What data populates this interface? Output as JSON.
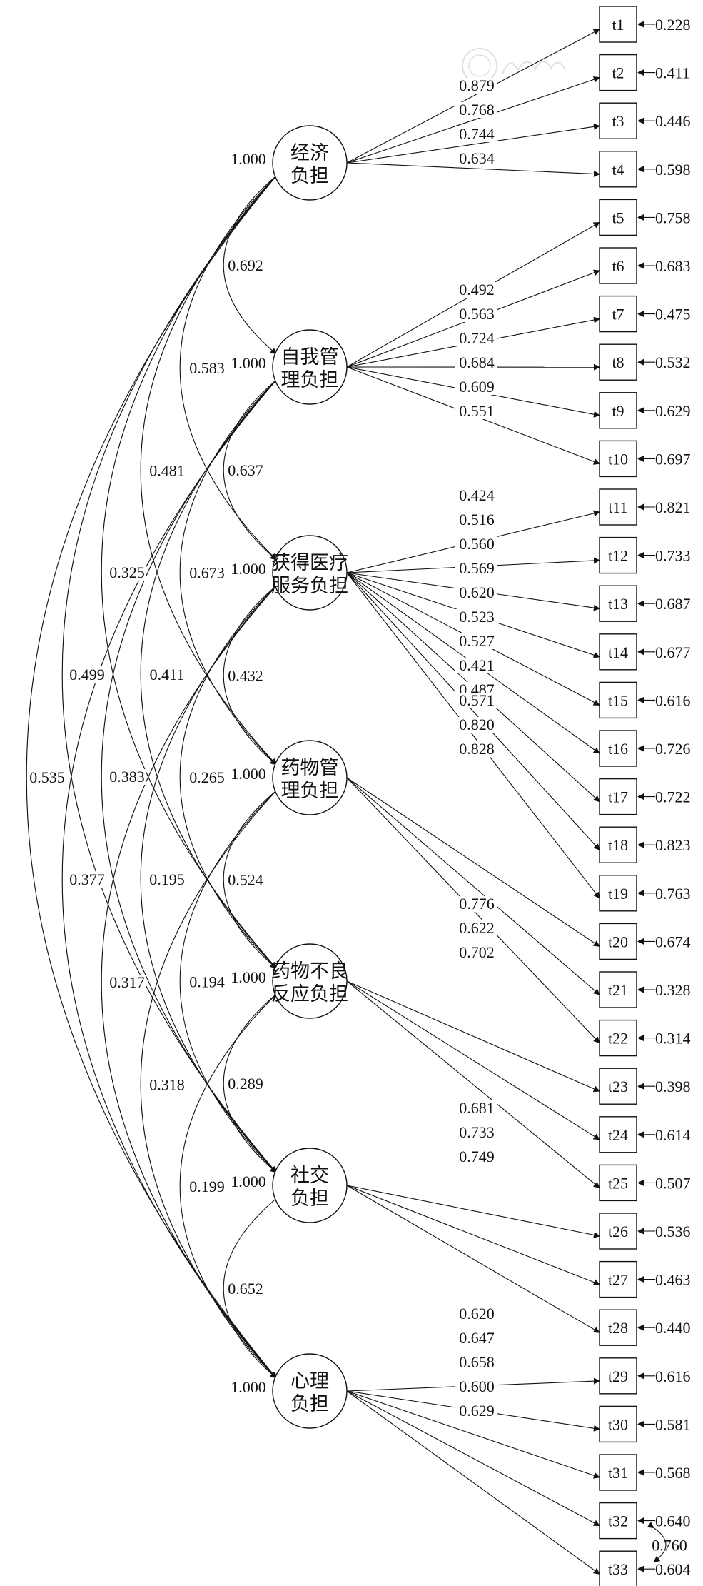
{
  "factors": [
    {
      "id": "f1",
      "label_lines": [
        "经济",
        "负担"
      ],
      "variance": "1.000",
      "items": [
        "t1",
        "t2",
        "t3",
        "t4"
      ],
      "loadings": [
        "0.879",
        "0.768",
        "0.744",
        "0.634"
      ]
    },
    {
      "id": "f2",
      "label_lines": [
        "自我管",
        "理负担"
      ],
      "variance": "1.000",
      "items": [
        "t5",
        "t6",
        "t7",
        "t8",
        "t9",
        "t10"
      ],
      "loadings": [
        "0.492",
        "0.563",
        "0.724",
        "0.684",
        "0.609",
        "0.551"
      ]
    },
    {
      "id": "f3",
      "label_lines": [
        "获得医疗",
        "服务负担"
      ],
      "variance": "1.000",
      "items": [
        "t11",
        "t12",
        "t13",
        "t14",
        "t15",
        "t16",
        "t17",
        "t18",
        "t19"
      ],
      "loadings": [
        "0.424",
        "0.516",
        "0.560",
        "0.569",
        "0.620",
        "0.523",
        "0.527",
        "0.421",
        "0.487"
      ]
    },
    {
      "id": "f4",
      "label_lines": [
        "药物管",
        "理负担"
      ],
      "variance": "1.000",
      "items": [
        "t20",
        "t21",
        "t22"
      ],
      "loadings": [
        "0.571",
        "0.820",
        "0.828"
      ]
    },
    {
      "id": "f5",
      "label_lines": [
        "药物不良",
        "反应负担"
      ],
      "variance": "1.000",
      "items": [
        "t23",
        "t24",
        "t25"
      ],
      "loadings": [
        "0.776",
        "0.622",
        "0.702"
      ]
    },
    {
      "id": "f6",
      "label_lines": [
        "社交",
        "负担"
      ],
      "variance": "1.000",
      "items": [
        "t26",
        "t27",
        "t28"
      ],
      "loadings": [
        "0.681",
        "0.733",
        "0.749"
      ]
    },
    {
      "id": "f7",
      "label_lines": [
        "心理",
        "负担"
      ],
      "variance": "1.000",
      "items": [
        "t29",
        "t30",
        "t31",
        "t32",
        "t33"
      ],
      "loadings": [
        "0.620",
        "0.647",
        "0.658",
        "0.600",
        "0.629"
      ]
    }
  ],
  "error_variances": [
    "0.228",
    "0.411",
    "0.446",
    "0.598",
    "0.758",
    "0.683",
    "0.475",
    "0.532",
    "0.629",
    "0.697",
    "0.821",
    "0.733",
    "0.687",
    "0.677",
    "0.616",
    "0.726",
    "0.722",
    "0.823",
    "0.763",
    "0.674",
    "0.328",
    "0.314",
    "0.398",
    "0.614",
    "0.507",
    "0.536",
    "0.463",
    "0.440",
    "0.616",
    "0.581",
    "0.568",
    "0.640",
    "0.604"
  ],
  "error_correlations": [
    {
      "between": [
        "t32",
        "t33"
      ],
      "value": "0.760"
    }
  ],
  "factor_correlations": [
    {
      "between": [
        "f1",
        "f2"
      ],
      "value": "0.692"
    },
    {
      "between": [
        "f2",
        "f3"
      ],
      "value": "0.637"
    },
    {
      "between": [
        "f3",
        "f4"
      ],
      "value": "0.432"
    },
    {
      "between": [
        "f4",
        "f5"
      ],
      "value": "0.524"
    },
    {
      "between": [
        "f5",
        "f6"
      ],
      "value": "0.289"
    },
    {
      "between": [
        "f6",
        "f7"
      ],
      "value": "0.652"
    },
    {
      "between": [
        "f1",
        "f3"
      ],
      "value": "0.583"
    },
    {
      "between": [
        "f2",
        "f4"
      ],
      "value": "0.673"
    },
    {
      "between": [
        "f3",
        "f5"
      ],
      "value": "0.265"
    },
    {
      "between": [
        "f4",
        "f6"
      ],
      "value": "0.194"
    },
    {
      "between": [
        "f5",
        "f7"
      ],
      "value": "0.199"
    },
    {
      "between": [
        "f1",
        "f4"
      ],
      "value": "0.481"
    },
    {
      "between": [
        "f2",
        "f5"
      ],
      "value": "0.411"
    },
    {
      "between": [
        "f3",
        "f6"
      ],
      "value": "0.195"
    },
    {
      "between": [
        "f4",
        "f7"
      ],
      "value": "0.318"
    },
    {
      "between": [
        "f1",
        "f5"
      ],
      "value": "0.325"
    },
    {
      "between": [
        "f2",
        "f6"
      ],
      "value": "0.383"
    },
    {
      "between": [
        "f3",
        "f7"
      ],
      "value": "0.317"
    },
    {
      "between": [
        "f1",
        "f6"
      ],
      "value": "0.499"
    },
    {
      "between": [
        "f2",
        "f7"
      ],
      "value": "0.377"
    },
    {
      "between": [
        "f1",
        "f7"
      ],
      "value": "0.535"
    }
  ]
}
